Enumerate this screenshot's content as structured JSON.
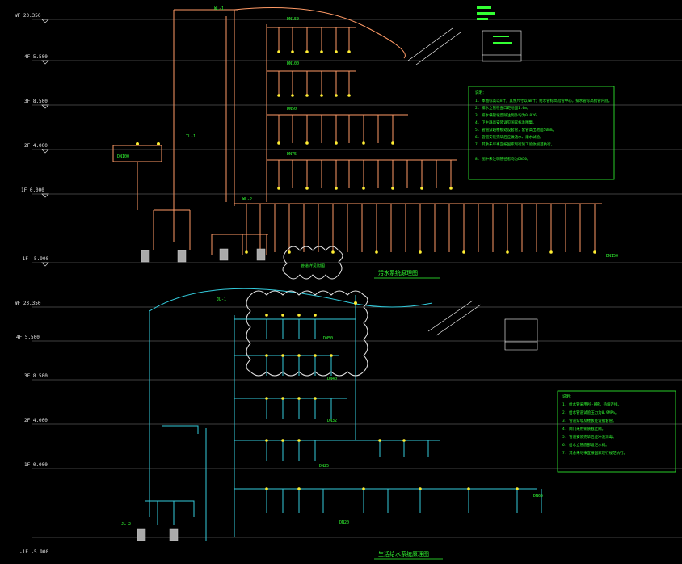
{
  "drawing": {
    "background": "#000000",
    "colors": {
      "pipe_drain": "#ff9a66",
      "pipe_water": "#33ccdd",
      "text_green": "#33ff33",
      "fixture_yellow": "#ffee33",
      "cloud_white": "#e8e8e8",
      "level_line": "#666666"
    },
    "top_diagram": {
      "title": "污水系统原理图",
      "levels": [
        "WF 23.350",
        "4F 5.500",
        "3F 8.500",
        "2F 4.000",
        "1F 0.000",
        "-1F -5.900"
      ],
      "cloud_label": "管道详见附图",
      "labels": [
        "DN150",
        "DN100",
        "DN50",
        "DN75",
        "WL-1",
        "WL-2",
        "TL-1",
        "DN100",
        "DN150"
      ]
    },
    "bottom_diagram": {
      "title": "生活给水系统原理图",
      "levels": [
        "WF 23.350",
        "4F 5.500",
        "3F 8.500",
        "2F 4.000",
        "1F 0.000",
        "-1F -5.900"
      ],
      "labels": [
        "JL-1",
        "DN50",
        "DN40",
        "DN32",
        "DN25",
        "DN20",
        "JL-2",
        "DN65"
      ]
    },
    "notes_top": {
      "header": "说明：",
      "lines": [
        "1. 本图标高以m计，其余尺寸以mm计；给水管标高指管中心，排水管标高指管内底。",
        "2. 排水立管检查口距地面1.0m。",
        "3. 排水横管坡度除注明外均为0.026。",
        "4. 卫生器具安装详见国家标准图集。",
        "5. 管道穿越楼板处设套管，套管高出地面50mm。",
        "6. 管道安装完毕后应做通水、灌水试验。",
        "7. 其余未尽事宜按国家现行施工验收规范执行。",
        "8. 图中未注明管径者均为DN50。"
      ]
    },
    "notes_bottom": {
      "header": "说明：",
      "lines": [
        "1. 给水管采用PP-R管，热熔连接。",
        "2. 给水管道试验压力为0.9MPa。",
        "3. 管道穿墙及楼板处设钢套管。",
        "4. 阀门采用铜质截止阀。",
        "5. 管道安装完毕后应冲洗消毒。",
        "6. 给水立管底部设泄水阀。",
        "7. 其余未尽事宜按国家现行规范执行。"
      ]
    }
  }
}
